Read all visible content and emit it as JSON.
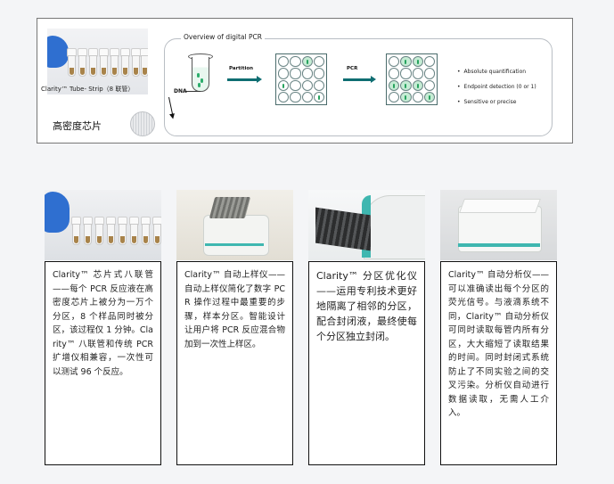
{
  "top_panel": {
    "tube_caption": "Clarity™ Tube- Strip（8 联管）",
    "chip_label": "高密度芯片",
    "overview": {
      "title": "Overview of digital PCR",
      "dna_label": "DNA",
      "partition_label": "Partition",
      "pcr_label": "PCR",
      "features": [
        "Absolute quantification",
        "Endpoint detection (0 or 1)",
        "Sensitive or precise"
      ]
    }
  },
  "cards": [
    {
      "image_icon": "tube-strip-photo-icon",
      "text": "Clarity™ 芯片式八联管——每个 PCR 反应液在高密度芯片上被分为一万个分区，8 个样品同时被分区，该过程仅 1 分钟。Clarity™ 八联管和传统 PCR 扩增仪相兼容，一次性可以测试 96 个反应。"
    },
    {
      "image_icon": "auto-loader-photo-icon",
      "text": "Clarity™ 自动上样仪——自动上样仪简化了数字 PCR 操作过程中最重要的步骤，样本分区。智能设计让用户将 PCR 反应混合物加到一次性上样区。"
    },
    {
      "image_icon": "partition-enhancer-photo-icon",
      "text": "Clarity™ 分区优化仪——运用专利技术更好地隔离了相邻的分区，配合封闭液，最终使每个分区独立封闭。"
    },
    {
      "image_icon": "auto-reader-photo-icon",
      "text": "Clarity™ 自动分析仪——可以准确读出每个分区的荧光信号。与液滴系统不同，Clarity™ 自动分析仪可同时读取每管内所有分区，大大缩短了读取结果的时间。同时封闭式系统防止了不同实验之间的交叉污染。分析仪自动进行数据读取，无需人工介入。"
    }
  ]
}
